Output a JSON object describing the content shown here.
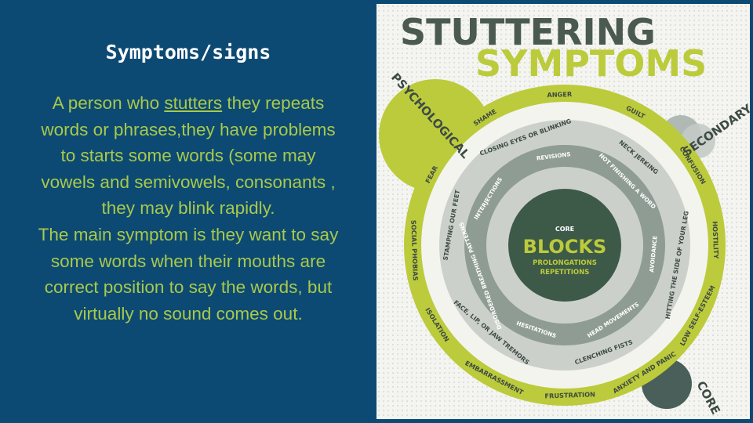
{
  "slide": {
    "title": "Symptoms/signs",
    "text": {
      "p1_before": "A person who ",
      "p1_link": "stutters",
      "p1_after": " they repeats words or phrases,they have problems to starts some words (some may vowels and semivowels, consonants , they may blink rapidly.",
      "p2": "The main symptom is they want to say some words when their mouths are correct position to say the words, but virtually no sound comes out."
    }
  },
  "poster": {
    "title_line1": "STUTTERING",
    "title_line2": "SYMPTOMS",
    "corner_psychological": "PSYCHOLOGICAL",
    "corner_secondary": "SECONDARY",
    "corner_core": "CORE",
    "outer_ring": [
      "FEAR",
      "SHAME",
      "ANGER",
      "GUILT",
      "CONFUSION",
      "HOSTILITY",
      "LOW SELF-ESTEEM",
      "ANXIETY AND PANIC",
      "FRUSTRATION",
      "EMBARRASSMENT",
      "ISOLATION",
      "SOCIAL PHOBIAS"
    ],
    "middle_ring": [
      "STAMPING OUR FEET",
      "CLOSING EYES OR BLINKING",
      "NECK JERKING",
      "HITTING THE SIDE OF YOUR LEG",
      "CLENCHING FISTS",
      "FACE, LIP, OR JAW TREMORS"
    ],
    "inner_ring": [
      "DISORDERED BREATHING PATTERNS",
      "INTERJECTIONS",
      "REVISIONS",
      "NOT FINISHING A WORD",
      "AVOIDANCE",
      "HEAD MOVEMENTS",
      "HESITATIONS"
    ],
    "center": {
      "label": "CORE",
      "main": "BLOCKS",
      "line1": "PROLONGATIONS",
      "line2": "REPETITIONS"
    },
    "colors": {
      "olive": "#bccb3b",
      "dark_green": "#3d5a48",
      "gray": "#7e8c84",
      "slate": "#4a5f5a",
      "title_dark": "#4a5a4e"
    }
  }
}
